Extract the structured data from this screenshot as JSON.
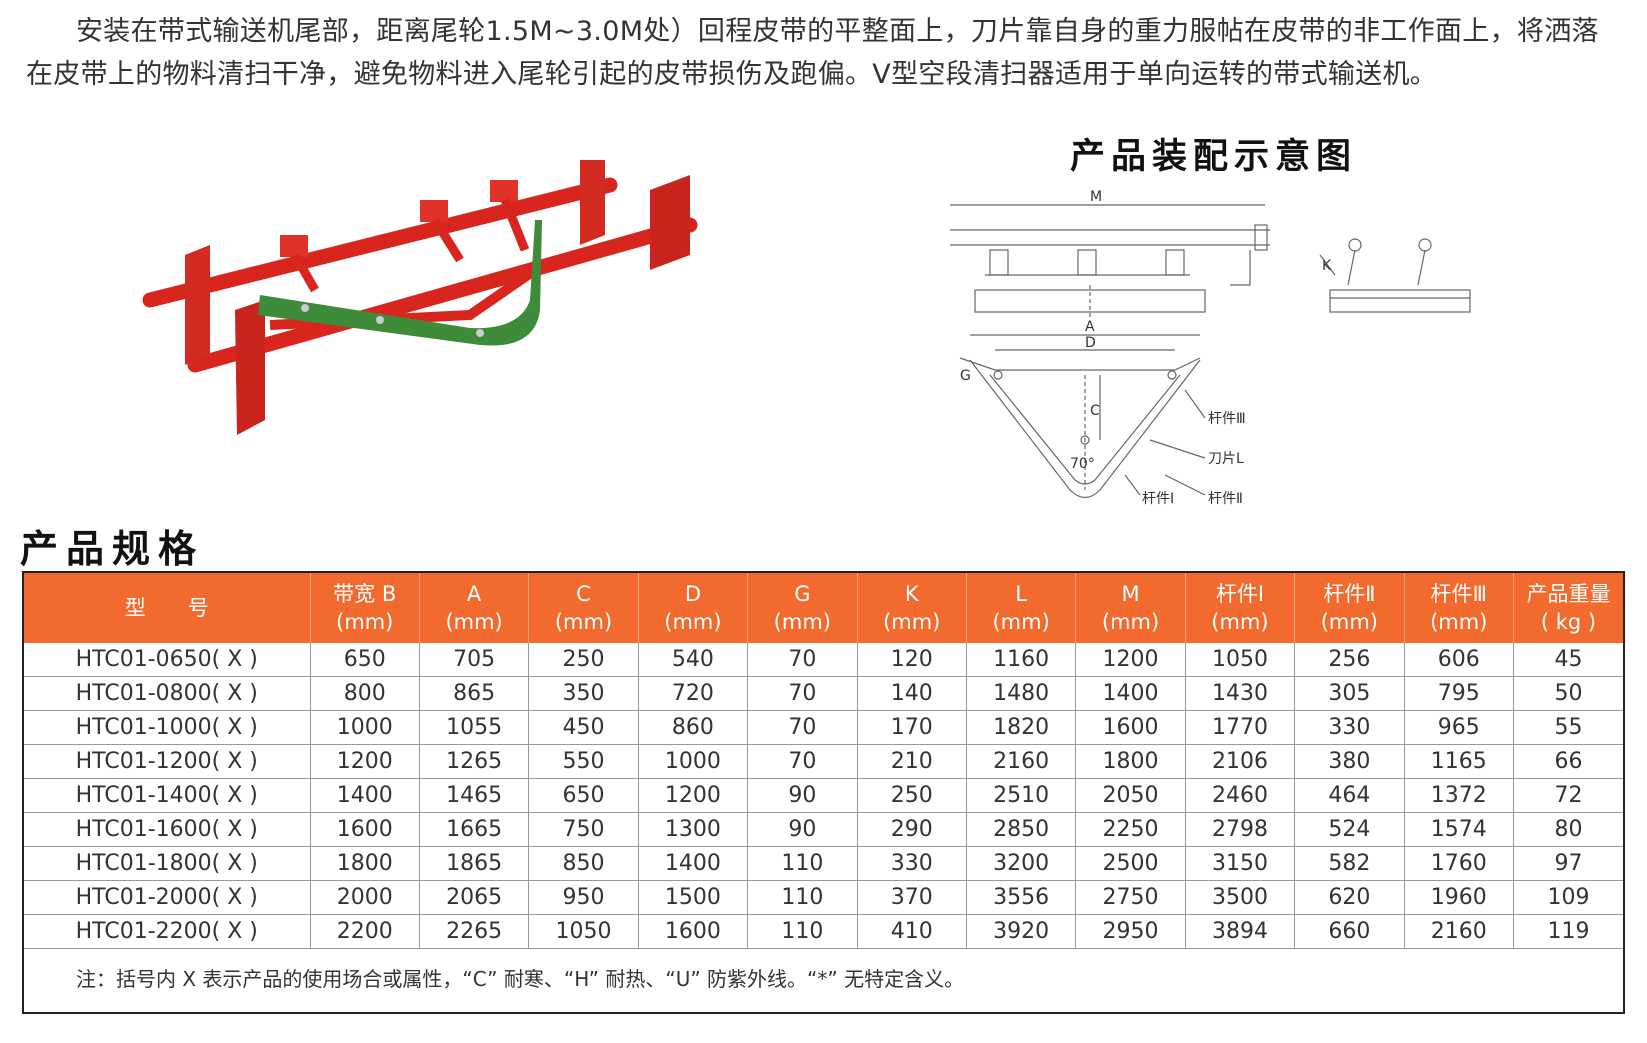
{
  "intro": "安装在带式输送机尾部，距离尾轮1.5M~3.0M处）回程皮带的平整面上，刀片靠自身的重力服帖在皮带的非工作面上，将洒落在皮带上的物料清扫干净，避免物料进入尾轮引起的皮带损伤及跑偏。V型空段清扫器适用于单向运转的带式输送机。",
  "diagram": {
    "title": "产品装配示意图",
    "labels": {
      "M": "M",
      "K": "K",
      "A": "A",
      "D": "D",
      "G": "G",
      "C": "C",
      "angle": "70°",
      "rod3": "杆件Ⅲ",
      "blade": "刀片L",
      "rod1": "杆件Ⅰ",
      "rod2": "杆件Ⅱ"
    }
  },
  "spec": {
    "title": "产品规格",
    "headers": [
      {
        "name": "型　　号",
        "unit": ""
      },
      {
        "name": "带宽 B",
        "unit": "(mm)"
      },
      {
        "name": "A",
        "unit": "(mm)"
      },
      {
        "name": "C",
        "unit": "(mm)"
      },
      {
        "name": "D",
        "unit": "(mm)"
      },
      {
        "name": "G",
        "unit": "(mm)"
      },
      {
        "name": "K",
        "unit": "(mm)"
      },
      {
        "name": "L",
        "unit": "(mm)"
      },
      {
        "name": "M",
        "unit": "(mm)"
      },
      {
        "name": "杆件Ⅰ",
        "unit": "(mm)"
      },
      {
        "name": "杆件Ⅱ",
        "unit": "(mm)"
      },
      {
        "name": "杆件Ⅲ",
        "unit": "(mm)"
      },
      {
        "name": "产品重量",
        "unit": "( kg )"
      }
    ],
    "rows": [
      [
        "HTC01-0650( X )",
        "650",
        "705",
        "250",
        "540",
        "70",
        "120",
        "1160",
        "1200",
        "1050",
        "256",
        "606",
        "45"
      ],
      [
        "HTC01-0800( X )",
        "800",
        "865",
        "350",
        "720",
        "70",
        "140",
        "1480",
        "1400",
        "1430",
        "305",
        "795",
        "50"
      ],
      [
        "HTC01-1000( X )",
        "1000",
        "1055",
        "450",
        "860",
        "70",
        "170",
        "1820",
        "1600",
        "1770",
        "330",
        "965",
        "55"
      ],
      [
        "HTC01-1200( X )",
        "1200",
        "1265",
        "550",
        "1000",
        "70",
        "210",
        "2160",
        "1800",
        "2106",
        "380",
        "1165",
        "66"
      ],
      [
        "HTC01-1400( X )",
        "1400",
        "1465",
        "650",
        "1200",
        "90",
        "250",
        "2510",
        "2050",
        "2460",
        "464",
        "1372",
        "72"
      ],
      [
        "HTC01-1600( X )",
        "1600",
        "1665",
        "750",
        "1300",
        "90",
        "290",
        "2850",
        "2250",
        "2798",
        "524",
        "1574",
        "80"
      ],
      [
        "HTC01-1800( X )",
        "1800",
        "1865",
        "850",
        "1400",
        "110",
        "330",
        "3200",
        "2500",
        "3150",
        "582",
        "1760",
        "97"
      ],
      [
        "HTC01-2000( X )",
        "2000",
        "2065",
        "950",
        "1500",
        "110",
        "370",
        "3556",
        "2750",
        "3500",
        "620",
        "1960",
        "109"
      ],
      [
        "HTC01-2200( X )",
        "2200",
        "2265",
        "1050",
        "1600",
        "110",
        "410",
        "3920",
        "2950",
        "3894",
        "660",
        "2160",
        "119"
      ]
    ],
    "note": "注：括号内 X 表示产品的使用场合或属性，“C” 耐寒、“H” 耐热、“U” 防紫外线。“*” 无特定含义。"
  },
  "colors": {
    "header_orange": "#f26a2e",
    "frame_red": "#e02a22",
    "blade_green": "#3e8b3a"
  }
}
